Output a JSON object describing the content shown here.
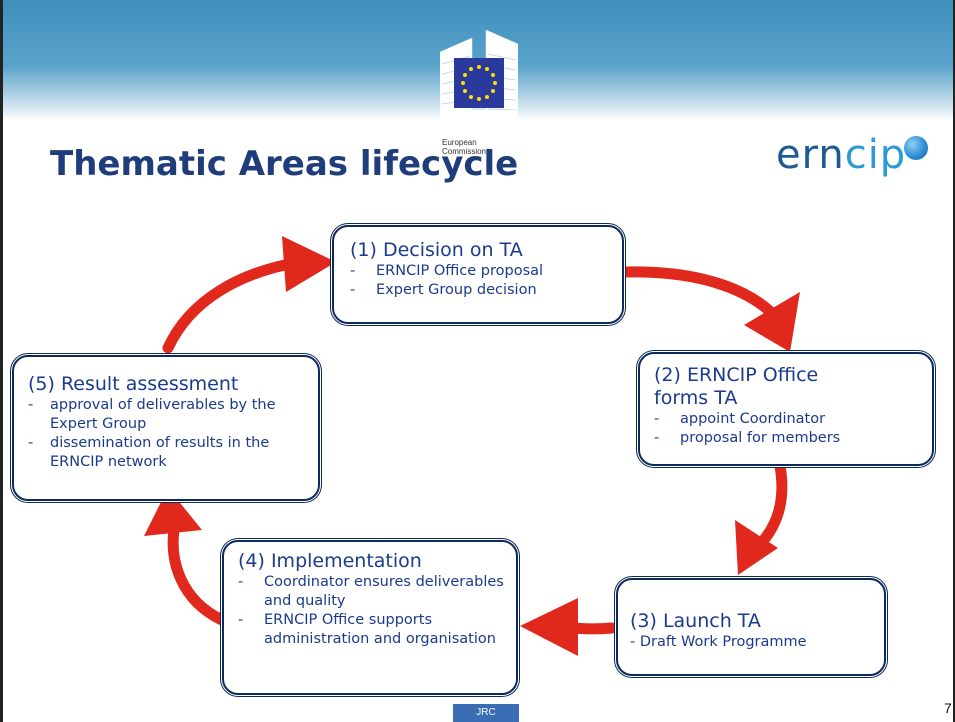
{
  "header": {
    "ec_logo_text": "European Commission",
    "ern_logo_prefix": "ern",
    "ern_logo_suffix": "cip"
  },
  "title": "Thematic Areas lifecycle",
  "stages": [
    {
      "title": "(1) Decision on TA",
      "items": [
        "ERNCIP Office proposal",
        "Expert Group decision"
      ]
    },
    {
      "title_line1": "(2) ERNCIP Office",
      "title_line2": "forms TA",
      "items": [
        "appoint Coordinator",
        "proposal for members"
      ]
    },
    {
      "title": "(3) Launch TA",
      "items": [
        "- Draft Work Programme"
      ]
    },
    {
      "title": "(4) Implementation",
      "items": [
        "Coordinator ensures deliverables and quality",
        "ERNCIP Office supports administration and organisation"
      ]
    },
    {
      "title": "(5) Result assessment",
      "items": [
        "approval of deliverables by the Expert Group",
        "dissemination of results in the ERNCIP network"
      ]
    }
  ],
  "footer": {
    "jrc": "JRC",
    "page_number": "7"
  },
  "colors": {
    "arrow": "#e0281c",
    "title": "#1f3d7a",
    "box_border": "#0d2a5a",
    "box_text": "#1b3a8c"
  }
}
